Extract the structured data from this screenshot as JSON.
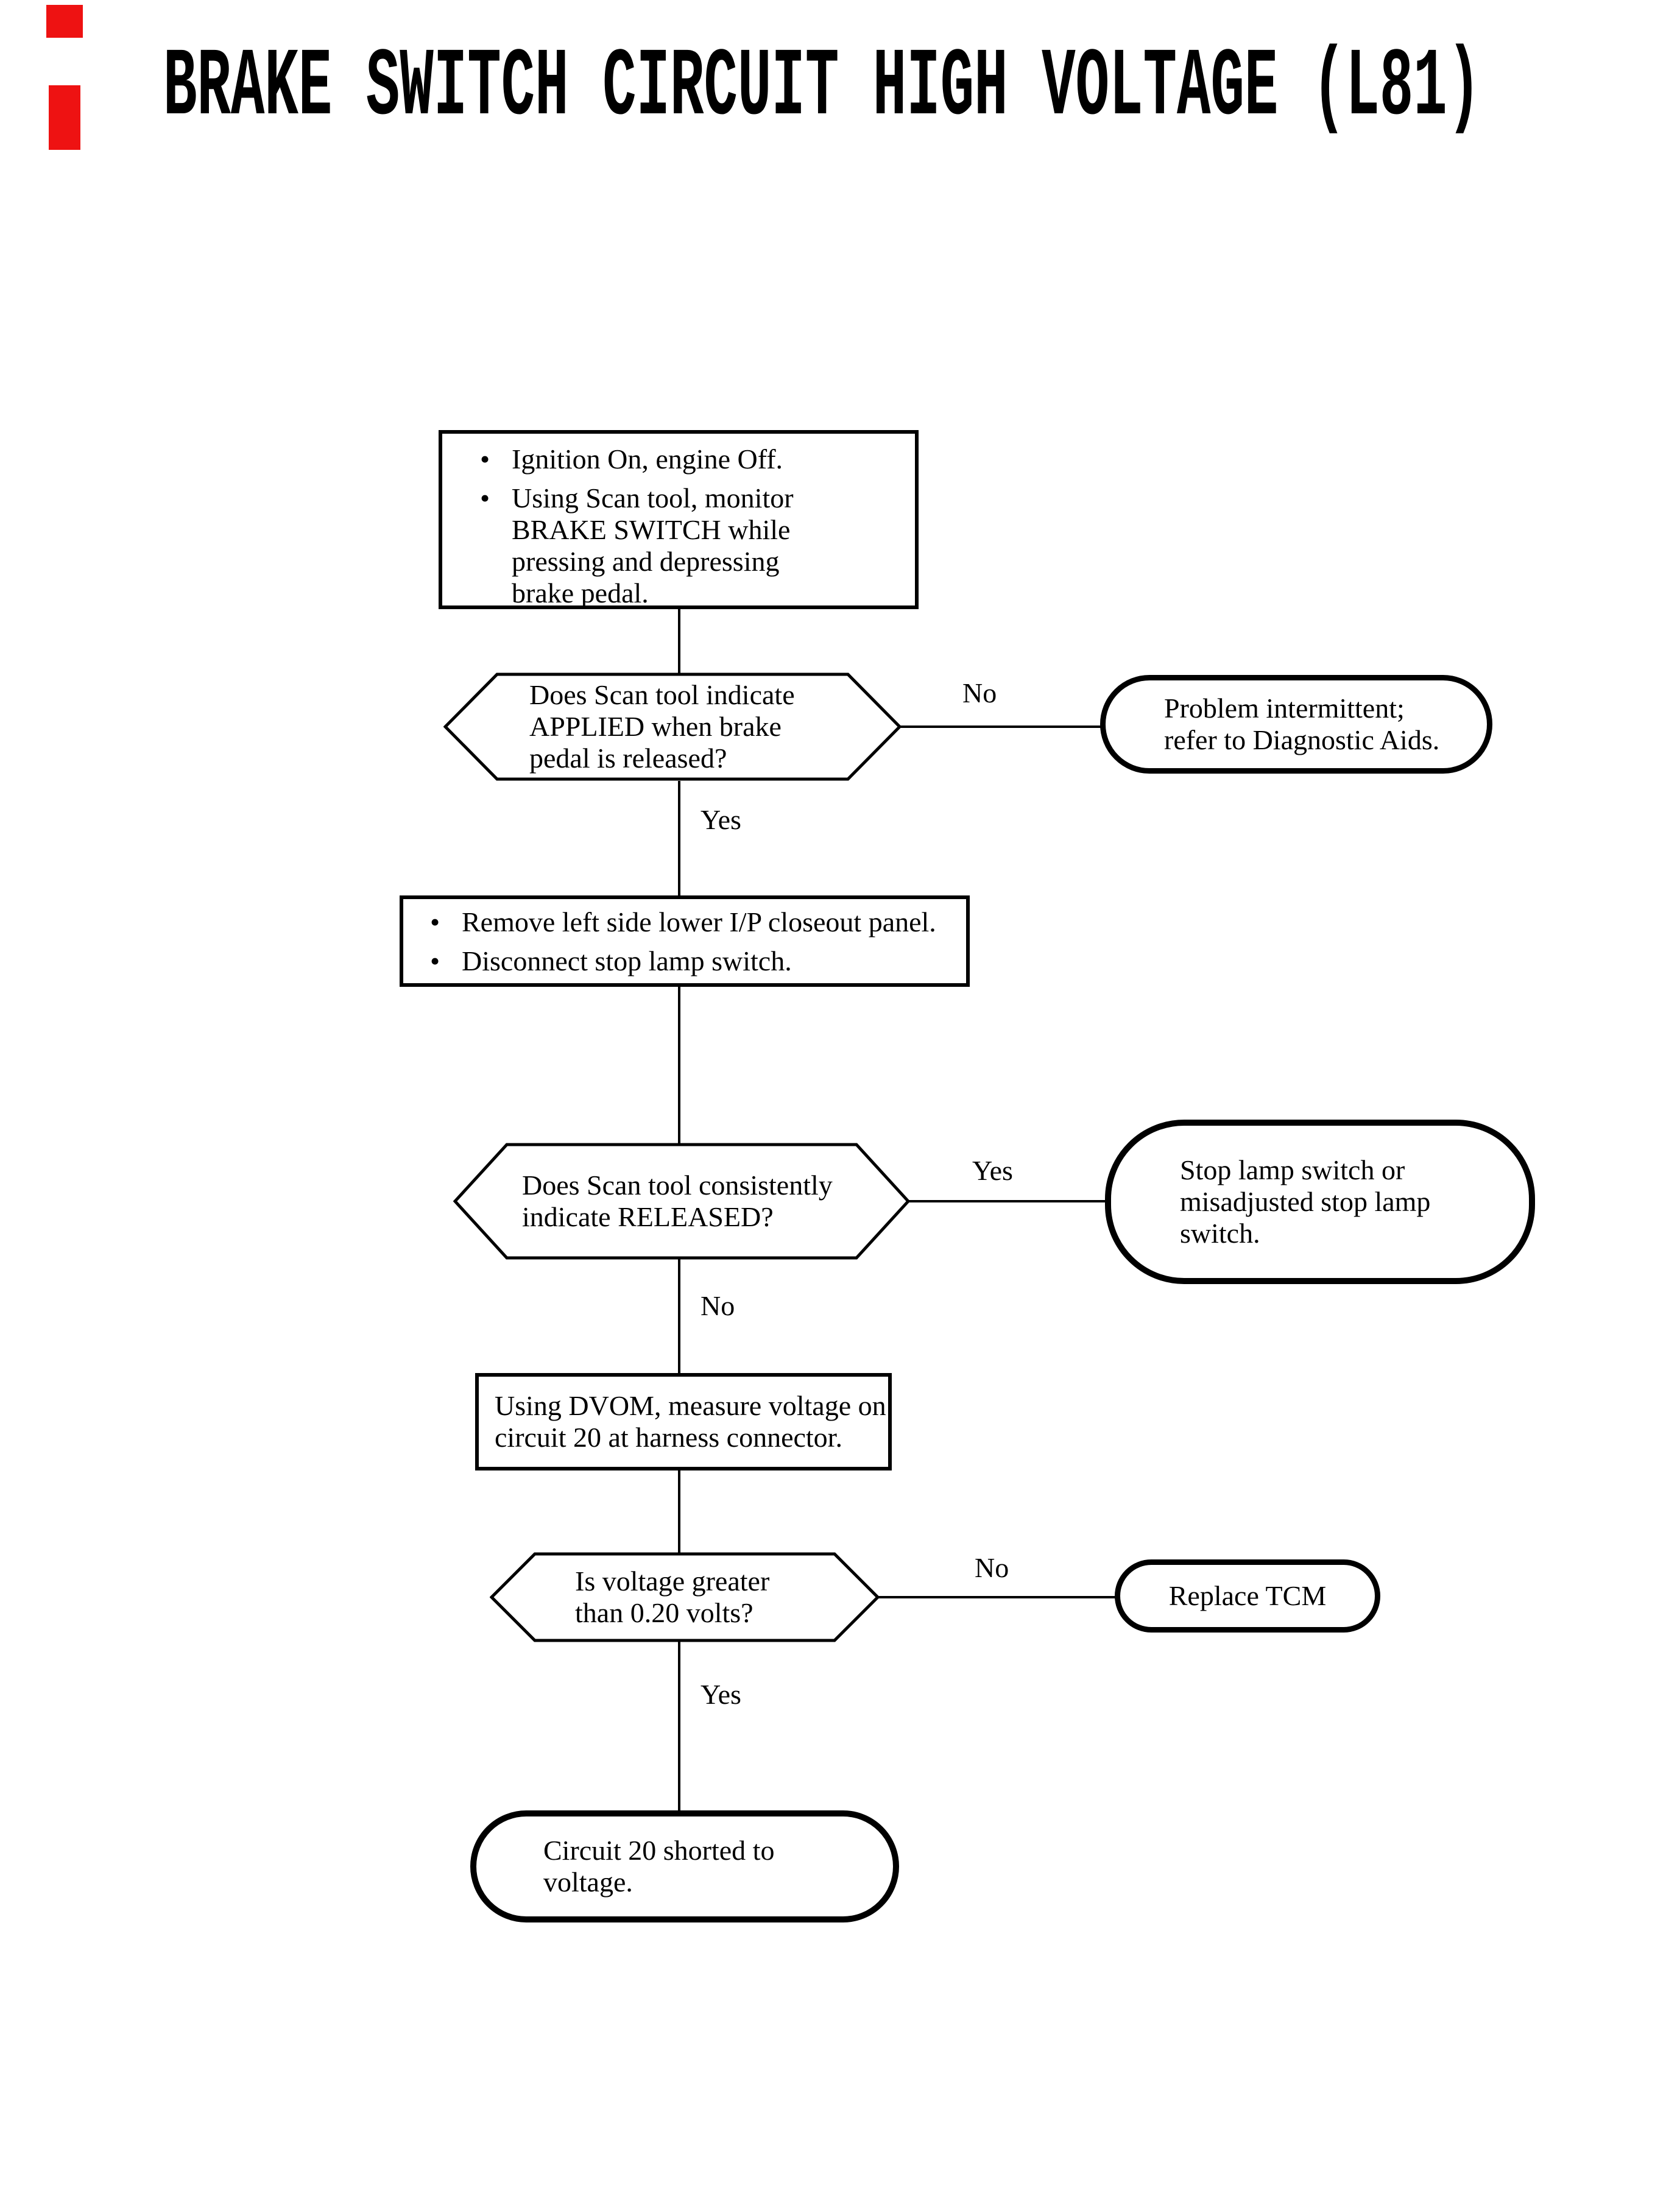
{
  "page": {
    "title": "BRAKE SWITCH CIRCUIT HIGH VOLTAGE (L81)"
  },
  "bullet_glyph": "•",
  "nodes": {
    "step1": {
      "bullet1_lines": [
        "Ignition On, engine Off."
      ],
      "bullet2_lines": [
        "Using Scan tool, monitor",
        "BRAKE SWITCH while",
        "pressing and depressing",
        "brake pedal."
      ]
    },
    "decision1": {
      "lines": [
        "Does Scan tool indicate",
        "APPLIED when brake",
        "pedal is released?"
      ]
    },
    "result1": {
      "lines": [
        "Problem intermittent;",
        "refer to Diagnostic Aids."
      ]
    },
    "step2": {
      "bullet1_lines": [
        "Remove left side lower I/P closeout panel."
      ],
      "bullet2_lines": [
        "Disconnect stop lamp switch."
      ]
    },
    "decision2": {
      "lines": [
        "Does Scan tool consistently",
        "indicate RELEASED?"
      ]
    },
    "result2": {
      "lines": [
        "Stop lamp switch or",
        "misadjusted stop lamp",
        "switch."
      ]
    },
    "step3": {
      "lines": [
        "Using DVOM, measure voltage on",
        "circuit 20 at harness connector."
      ]
    },
    "decision3": {
      "lines": [
        "Is voltage greater",
        "than 0.20 volts?"
      ]
    },
    "result3": {
      "lines": [
        "Replace TCM"
      ]
    },
    "result4": {
      "lines": [
        "Circuit 20 shorted to",
        "voltage."
      ]
    }
  },
  "branch_labels": {
    "d1_right": "No",
    "d1_down": "Yes",
    "d2_right": "Yes",
    "d2_down": "No",
    "d3_right": "No",
    "d3_down": "Yes"
  },
  "colors": {
    "ink": "#000000",
    "paper": "#ffffff",
    "scan_artifact_red": "#ee1212"
  }
}
